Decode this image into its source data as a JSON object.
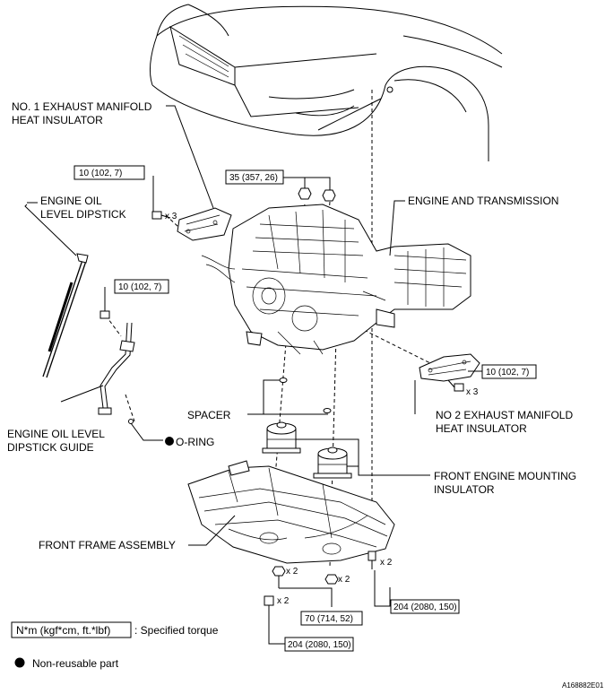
{
  "labels": {
    "exhaust_heat_insulator_no1": [
      "NO. 1 EXHAUST MANIFOLD",
      "HEAT INSULATOR"
    ],
    "engine_oil_level_dipstick": [
      "ENGINE OIL",
      "LEVEL DIPSTICK"
    ],
    "engine_and_transmission": "ENGINE AND TRANSMISSION",
    "spacer": "SPACER",
    "exhaust_heat_insulator_no2": [
      "NO  2 EXHAUST MANIFOLD",
      "HEAT INSULATOR"
    ],
    "engine_oil_level_dipstick_guide": [
      "ENGINE OIL LEVEL",
      "DIPSTICK GUIDE"
    ],
    "o_ring": "O-RING",
    "front_engine_mounting_insulator": [
      "FRONT ENGINE MOUNTING",
      "INSULATOR"
    ],
    "front_frame_assembly": "FRONT FRAME ASSEMBLY"
  },
  "torques": {
    "heat_insulator_no1": "10 (102, 7)",
    "engine_mount_top": "35 (357, 26)",
    "dipstick_guide": "10 (102, 7)",
    "heat_insulator_no2": "10 (102, 7)",
    "frame_rear_bolt": "204 (2080, 150)",
    "frame_nut": "70 (714, 52)",
    "frame_front_bolt": "204 (2080, 150)"
  },
  "quantities": {
    "heat_insulator_no1_bolts": "x 3",
    "heat_insulator_no2_bolts": "x 3",
    "frame_rear_bolts": "x 2",
    "frame_nuts": "x 2",
    "frame_washers": "x 2",
    "frame_front_bolts": "x 2"
  },
  "legend": {
    "torque_box": "N*m (kgf*cm, ft.*lbf)",
    "torque_text": ": Specified torque",
    "non_reusable": "Non-reusable part"
  },
  "figure_id": "A168882E01"
}
